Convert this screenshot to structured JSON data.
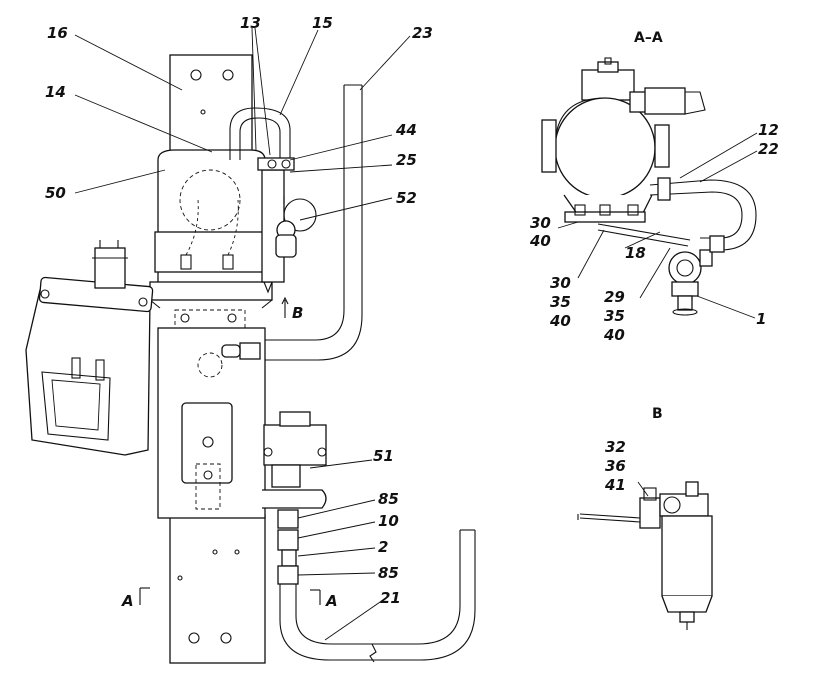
{
  "labels": {
    "l16": "16",
    "l13": "13",
    "l15": "15",
    "l23": "23",
    "l14": "14",
    "l44": "44",
    "l25": "25",
    "l50": "50",
    "l52": "52",
    "lB_arrow": "B",
    "l51": "51",
    "l85a": "85",
    "l10": "10",
    "l2": "2",
    "l85b": "85",
    "lA_left": "A",
    "lA_right": "A",
    "l21": "21"
  },
  "section_aa": {
    "title": "A–A",
    "l12": "12",
    "l22": "22",
    "l30a": "30",
    "l40a": "40",
    "l18": "18",
    "l30b": "30",
    "l35a": "35",
    "l40b": "40",
    "l29": "29",
    "l35b": "35",
    "l40c": "40",
    "l1": "1"
  },
  "view_b": {
    "title": "B",
    "l32": "32",
    "l36": "36",
    "l41": "41"
  },
  "icons": [
    "view-arrow-icon"
  ]
}
